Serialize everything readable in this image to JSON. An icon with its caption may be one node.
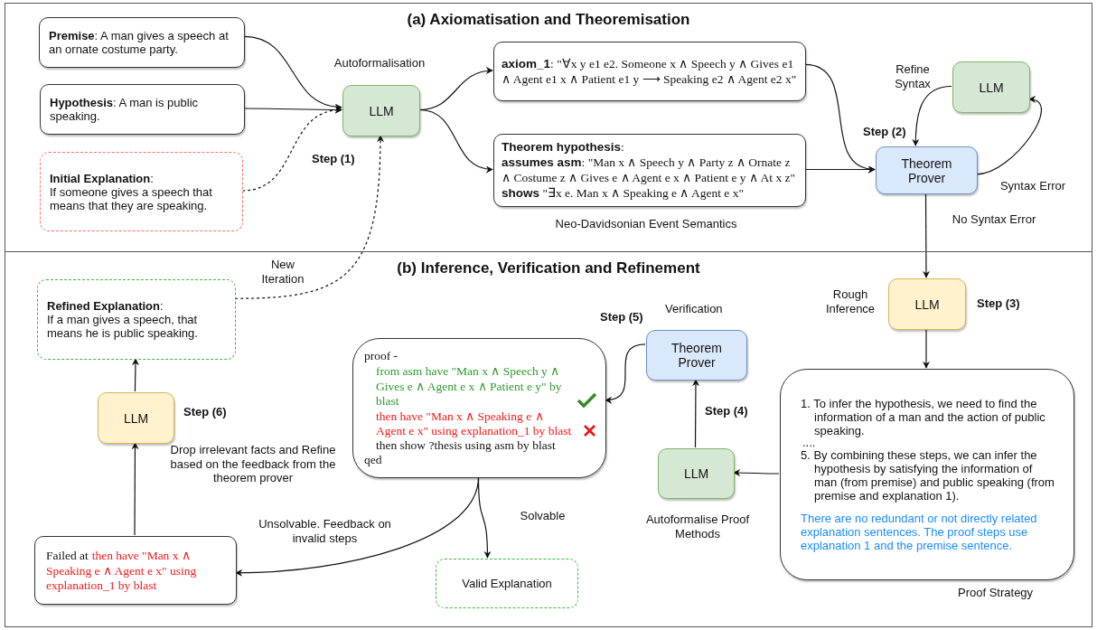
{
  "diagram": {
    "nodes": [
      {
        "text": [
          "(a) Axiomatisation and Theoremisation"
        ]
      },
      {
        "text": [
          "**Premise**: A man gives a speech at an ornate costume party."
        ],
        "in": 0
      },
      {
        "text": [
          "**Hypothesis**: A man is public speaking."
        ],
        "in": 0
      },
      {
        "text": [
          "**Initial Explanation**:",
          "If someone gives a speech that means that they are speaking."
        ],
        "in": 0
      },
      {
        "text": [
          "LLM"
        ],
        "in": 0,
        "beside": [
          "Autoformalisation",
          "Step (1)"
        ]
      },
      {
        "text": [
          "**axiom_1**: \"∀x y e1 e2. Someone x ∧ Speech y ∧ Gives e1 ∧ Agent e1 x ∧ Patient e1 y ⟶ Speaking e2 ∧ Agent e2 x\""
        ],
        "in": 0
      },
      {
        "text": [
          "**Theorem hypothesis**:",
          "**assumes asm**: \"Man x ∧ Speech y ∧ Party z ∧ Ornate z ∧ Costume z ∧ Gives e ∧ Agent e x ∧ Patient e y ∧ At x z\"",
          "**shows** \"∃x e. Man x ∧ Speaking e ∧ Agent e x\""
        ],
        "in": 0
      },
      {
        "text": [
          "LLM"
        ],
        "in": 0,
        "beside": [
          "Refine Syntax"
        ]
      },
      {
        "text": [
          "Theorem Prover"
        ],
        "in": 0,
        "beside": [
          "Step (2)"
        ]
      },
      {
        "text": [
          "(b) Inference, Verification and Refinement"
        ]
      },
      {
        "text": [
          "LLM"
        ],
        "in": 9,
        "beside": [
          "Rough Inference",
          "Step (3)"
        ]
      },
      {
        "text": [
          "1. To infer the hypothesis, we need to find the information of a man and the action of public speaking.",
          "....",
          "5. By combining these steps, we can infer the hypothesis by satisfying the information of man (from premise) and public speaking (from premise and explanation 1).",
          "There are no redundant or not directly related explanation sentences. The proof steps use explanation 1 and the premise sentence."
        ],
        "in": 9,
        "beside": [
          "Proof Strategy"
        ]
      },
      {
        "text": [
          "LLM"
        ],
        "in": 9,
        "beside": [
          "Step (4)",
          "Autoformalise Proof Methods"
        ]
      },
      {
        "text": [
          "Theorem Prover"
        ],
        "in": 9,
        "beside": [
          "Step (5)",
          "Verification"
        ]
      },
      {
        "text": [
          "proof -",
          "from asm have \"Man x ∧ Speech y ∧ Gives e ∧ Agent e x ∧ Patient e y\" by blast",
          "then have \"Man x ∧ Speaking e ∧ Agent e x\" using explanation_1 by blast",
          "then show ?thesis using asm by blast",
          "qed"
        ],
        "in": 9
      },
      {
        "text": [
          "Valid Explanation"
        ],
        "in": 9
      },
      {
        "text": [
          "Failed at",
          "then have \"Man x ∧ Speaking e ∧ Agent e x\" using explanation_1 by blast"
        ],
        "in": 9
      },
      {
        "text": [
          "LLM"
        ],
        "in": 9,
        "beside": [
          "Step (6)",
          "Drop irrelevant facts and Refine based on the feedback from the theorem prover"
        ]
      },
      {
        "text": [
          "**Refined Explanation**:",
          "If a man gives a speech, that means he is public speaking."
        ],
        "in": 9
      }
    ],
    "edges": [
      {
        "from": 1,
        "to": 4,
        "arrow": "to"
      },
      {
        "from": 2,
        "to": 4,
        "arrow": "to"
      },
      {
        "from": 3,
        "to": 4,
        "arrow": "to",
        "style": "dashed"
      },
      {
        "from": 4,
        "to": 5,
        "arrow": "to"
      },
      {
        "from": 4,
        "to": 6,
        "arrow": "to"
      },
      {
        "from": 5,
        "to": 8,
        "arrow": "to"
      },
      {
        "from": 6,
        "to": 8,
        "arrow": "to"
      },
      {
        "from": 8,
        "to": 7,
        "arrow": "to",
        "label": "Syntax Error"
      },
      {
        "from": 7,
        "to": 8,
        "arrow": "to"
      },
      {
        "from": 8,
        "to": 10,
        "arrow": "to",
        "label": "No Syntax Error"
      },
      {
        "from": 10,
        "to": 11,
        "arrow": "to"
      },
      {
        "from": 11,
        "to": 12,
        "arrow": "to"
      },
      {
        "from": 12,
        "to": 13,
        "arrow": "to"
      },
      {
        "from": 13,
        "to": 14,
        "arrow": "to"
      },
      {
        "from": 14,
        "to": 15,
        "arrow": "to",
        "label": "Solvable"
      },
      {
        "from": 14,
        "to": 16,
        "arrow": "to",
        "label": "Unsolvable. Feedback on invalid steps"
      },
      {
        "from": 16,
        "to": 17,
        "arrow": "to"
      },
      {
        "from": 17,
        "to": 18,
        "arrow": "to"
      },
      {
        "from": 18,
        "to": 4,
        "arrow": "to",
        "style": "dashed",
        "label": "New Iteration"
      }
    ],
    "labels": [
      "Neo-Davidsonian Event Semantics"
    ]
  }
}
